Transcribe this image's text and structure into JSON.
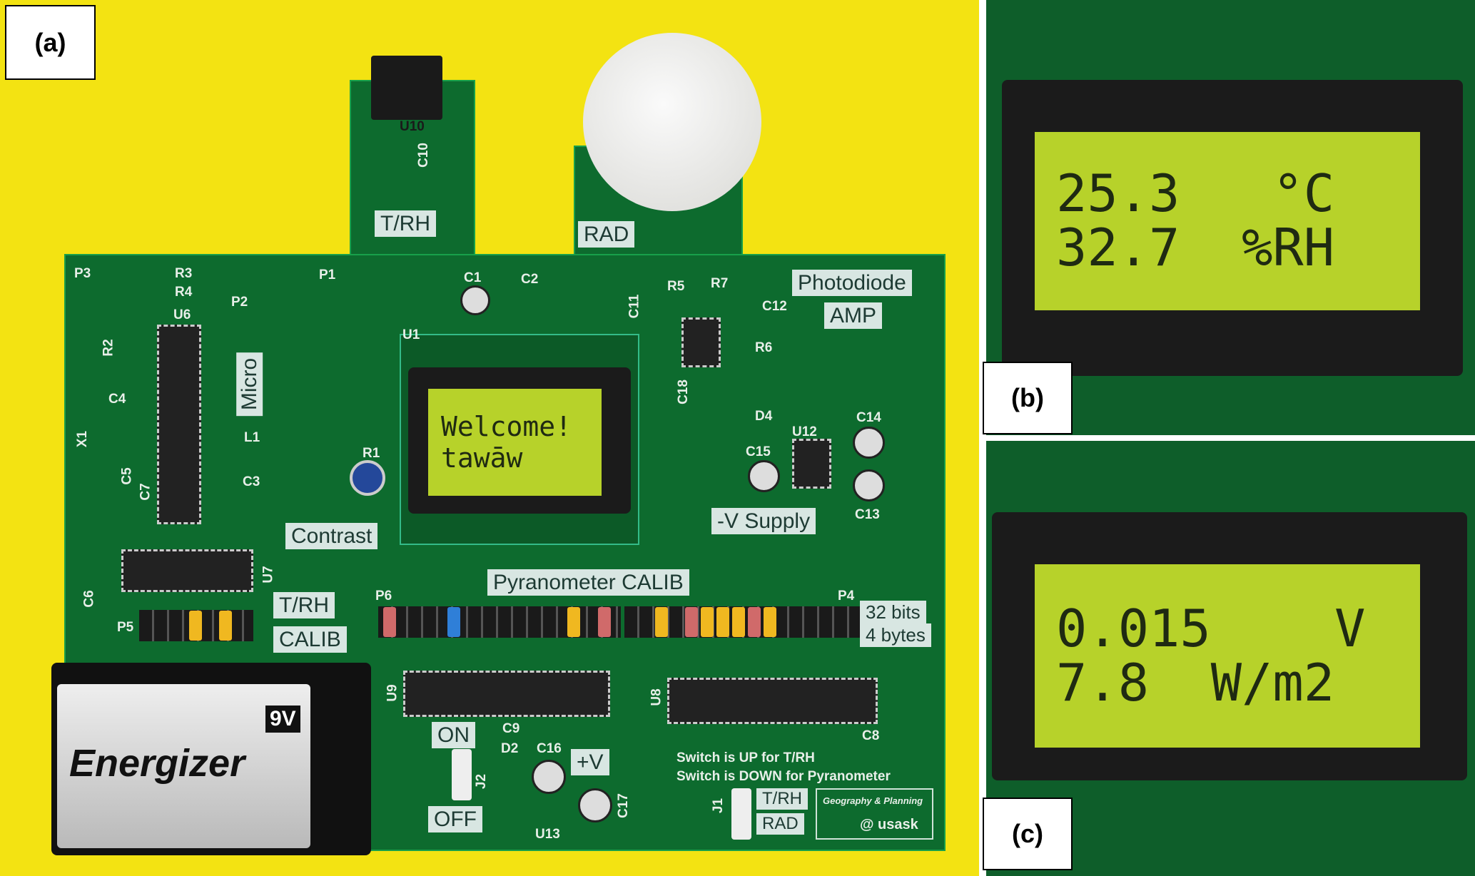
{
  "panels": {
    "a": {
      "label": "(a)"
    },
    "b": {
      "label": "(b)",
      "lcd_line1": "25.3   °C",
      "lcd_line2": "32.7  %RH"
    },
    "c": {
      "label": "(c)",
      "lcd_line1": "0.015    V",
      "lcd_line2": "7.8  W/m2"
    }
  },
  "board": {
    "labels": {
      "trh_top": "T/RH",
      "rad_top": "RAD",
      "photodiode": "Photodiode",
      "amp": "AMP",
      "micro": "Micro",
      "contrast": "Contrast",
      "neg_supply": "-V Supply",
      "pyranometer_calib": "Pyranometer CALIB",
      "bits": "32 bits",
      "bytes": "4 bytes",
      "trh_calib_1": "T/RH",
      "trh_calib_2": "CALIB",
      "on": "ON",
      "off": "OFF",
      "pos_v": "+V",
      "switch_trh": "T/RH",
      "switch_rad": "RAD"
    },
    "lcd_line1": "Welcome!",
    "lcd_line2": "tawāw",
    "switch_note_1": "Switch is UP for T/RH",
    "switch_note_2": "Switch is DOWN for Pyranometer",
    "credit_1": "Geography & Planning",
    "credit_2": "@ usask",
    "refs": [
      "U10",
      "C10",
      "C1",
      "C2",
      "R5",
      "R7",
      "C11",
      "C12",
      "R6",
      "C18",
      "D4",
      "C14",
      "U12",
      "C15",
      "C13",
      "U1",
      "R1",
      "U6",
      "R2",
      "C4",
      "X1",
      "C5",
      "C7",
      "L1",
      "C3",
      "R3",
      "R4",
      "P1",
      "P2",
      "P3",
      "U7",
      "C6",
      "P5",
      "P6",
      "P4",
      "U9",
      "U8",
      "C9",
      "C8",
      "D2",
      "C16",
      "C17",
      "U13",
      "J1",
      "J2"
    ],
    "battery_brand": "Energizer",
    "battery_voltage": "9V"
  }
}
